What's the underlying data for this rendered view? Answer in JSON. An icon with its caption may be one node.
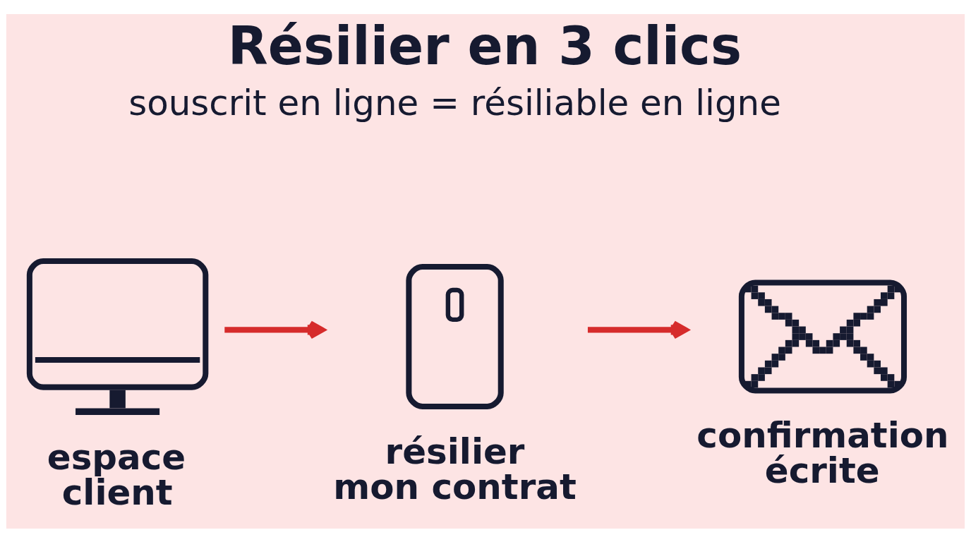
{
  "diagram": {
    "title": "Résilier en 3 clics",
    "nodes": [
      {
        "text": [],
        "shape": "picture",
        "beside": [
          "espace client"
        ]
      },
      {
        "text": [],
        "shape": "picture",
        "beside": [
          "résilier mon contrat"
        ]
      },
      {
        "text": [],
        "shape": "picture",
        "beside": [
          "confirmation écrite"
        ]
      }
    ],
    "edges": [
      {
        "from": 0,
        "to": 1,
        "arrow": "to"
      },
      {
        "from": 1,
        "to": 2,
        "arrow": "to"
      }
    ],
    "labels": [
      "souscrit en ligne = résiliable en ligne"
    ]
  }
}
